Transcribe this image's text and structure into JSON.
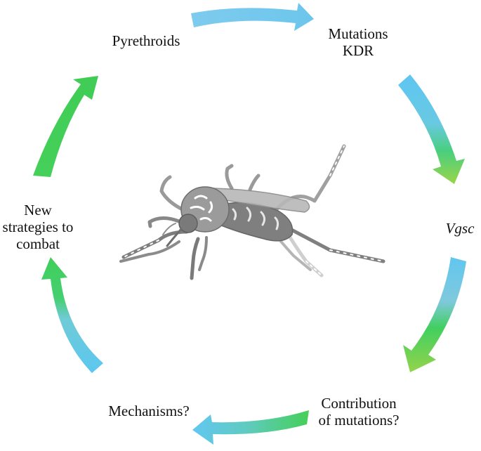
{
  "diagram": {
    "labels": {
      "pyrethroids": "Pyrethroids",
      "mutations_line1": "Mutations",
      "mutations_line2": "KDR",
      "vgsc": "Vgsc",
      "contribution_line1": "Contribution",
      "contribution_line2": "of mutations?",
      "mechanisms": "Mechanisms?",
      "strategies_line1": "New",
      "strategies_line2": "strategies to",
      "strategies_line3": "combat"
    },
    "colors": {
      "blue": "#6cc6ec",
      "green": "#3fcf5a",
      "lime": "#8fd14f",
      "mosquito_dark": "#7d7d7d",
      "mosquito_light": "#c9c9c9"
    },
    "illustration": "mosquito"
  }
}
